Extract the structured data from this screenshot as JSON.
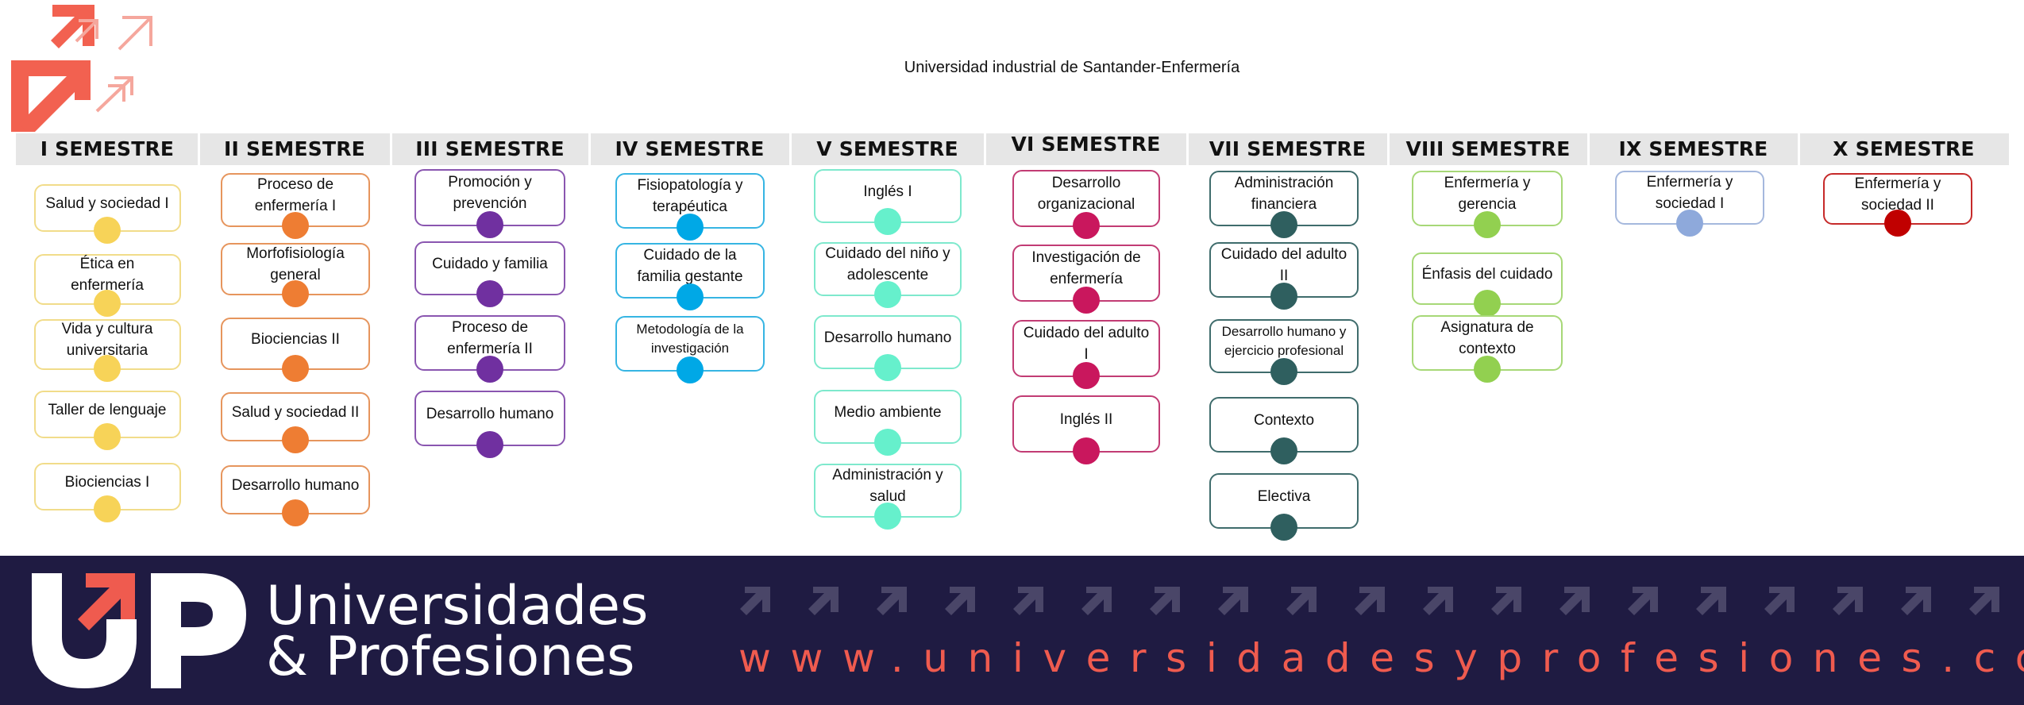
{
  "page": {
    "title": "Universidad industrial de Santander-Enfermería"
  },
  "footer": {
    "brand_line1": "Universidades",
    "brand_line2": "& Profesiones",
    "website": "www.universidadesyprofesiones.com"
  },
  "icons": {
    "top_logo": "arrow-up-right-logo-icon",
    "footer_logo": "up-logo-icon",
    "pattern": "arrow-up-right-icon"
  },
  "colors": {
    "brand_red": "#ef5b4f",
    "footer_bg": "#1f1b42",
    "header_bar": "#e6e6e6"
  },
  "semesters": [
    {
      "title": "I SEMESTRE",
      "color": "#f7d358",
      "border": "#f1dc8a",
      "courses": [
        "Salud y sociedad I",
        "Ética en enfermería",
        "Vida y cultura universitaria",
        "Taller de lenguaje",
        "Biociencias I"
      ]
    },
    {
      "title": "II SEMESTRE",
      "color": "#ee7d33",
      "border": "#e6955d",
      "courses": [
        "Proceso de enfermería I",
        "Morfofisiología general",
        "Biociencias II",
        "Salud y sociedad II",
        "Desarrollo humano"
      ]
    },
    {
      "title": "III SEMESTRE",
      "color": "#7030a0",
      "border": "#8a56b0",
      "courses": [
        "Promoción y prevención",
        "Cuidado y familia",
        "Proceso de enfermería II",
        "Desarrollo humano"
      ]
    },
    {
      "title": "IV SEMESTRE",
      "color": "#00a8e6",
      "border": "#36b5e3",
      "courses": [
        "Fisiopatología y terapéutica",
        "Cuidado de la familia gestante",
        "Metodología de la investigación"
      ]
    },
    {
      "title": "V SEMESTRE",
      "color": "#66f0cc",
      "border": "#7ee9cd",
      "courses": [
        "Inglés I",
        "Cuidado del niño y adolescente",
        "Desarrollo humano",
        "Medio ambiente",
        "Administración y salud"
      ]
    },
    {
      "title": "VI SEMESTRE",
      "color": "#c9175d",
      "border": "#c23c74",
      "courses": [
        "Desarrollo organizacional",
        "Investigación de enfermería",
        "Cuidado del adulto I",
        "Inglés II"
      ]
    },
    {
      "title": "VII SEMESTRE",
      "color": "#2f5f5f",
      "border": "#3f6c6c",
      "courses": [
        "Administración financiera",
        "Cuidado del adulto II",
        "Desarrollo humano y ejercicio profesional",
        "Contexto",
        "Electiva"
      ]
    },
    {
      "title": "VIII SEMESTRE",
      "color": "#92d050",
      "border": "#a7d877",
      "courses": [
        "Enfermería y gerencia",
        "Énfasis del cuidado",
        "Asignatura de contexto"
      ]
    },
    {
      "title": "IX SEMESTRE",
      "color": "#8ea9db",
      "border": "#a5b8dd",
      "courses": [
        "Enfermería y sociedad I"
      ]
    },
    {
      "title": "X SEMESTRE",
      "color": "#c00000",
      "border": "#c62a2a",
      "courses": [
        "Enfermería y sociedad II"
      ]
    }
  ]
}
